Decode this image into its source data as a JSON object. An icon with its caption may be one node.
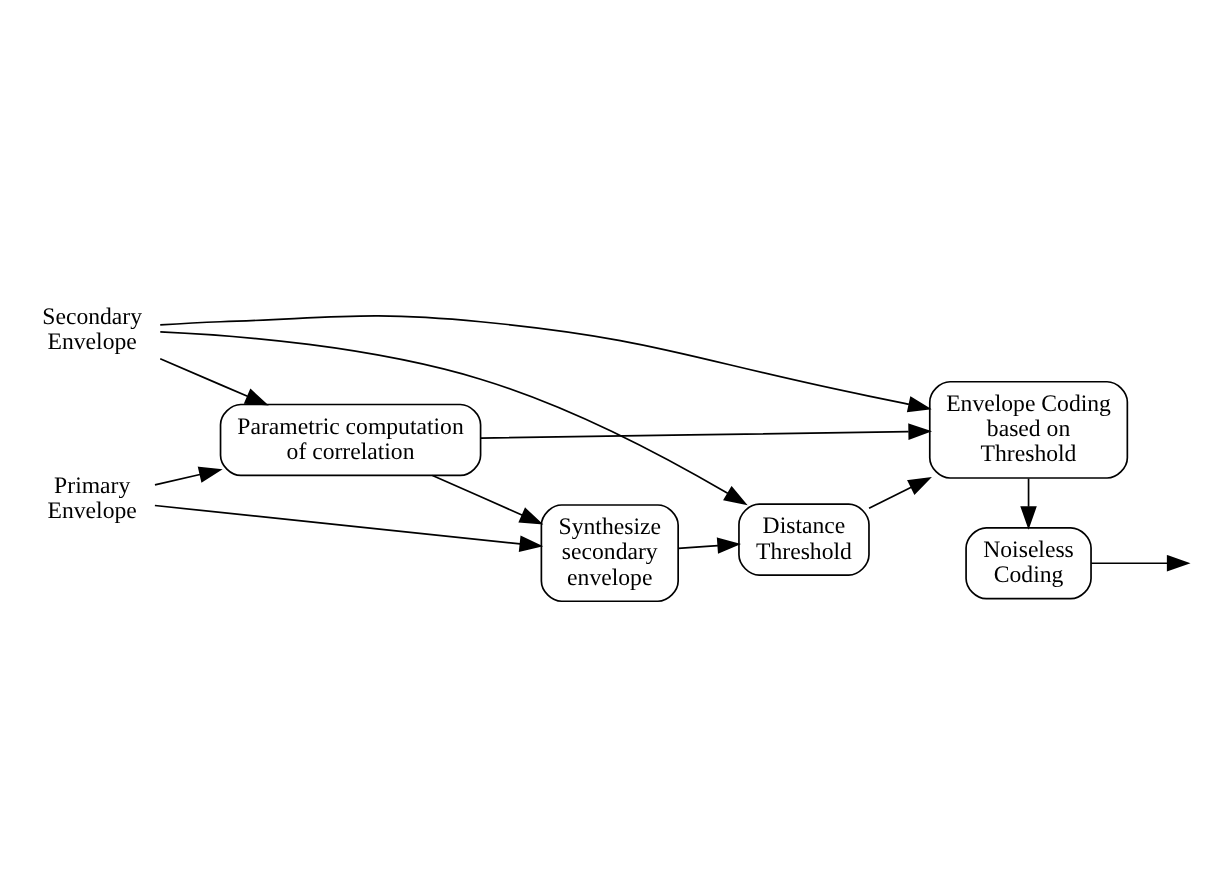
{
  "diagram": {
    "nodes": [
      {
        "text": [
          "Primary Envelope"
        ]
      },
      {
        "text": [
          "Secondary Envelope"
        ]
      },
      {
        "text": [
          "Parametric computation of correlation"
        ]
      },
      {
        "text": [
          "Synthesize secondary envelope"
        ]
      },
      {
        "text": [
          "Distance Threshold"
        ]
      },
      {
        "text": [
          "Envelope Coding based on Threshold"
        ]
      },
      {
        "text": [
          "Noiseless Coding"
        ]
      }
    ],
    "edges": [
      {
        "from": 0,
        "to": 2,
        "arrow": "to"
      },
      {
        "from": 0,
        "to": 3,
        "arrow": "to"
      },
      {
        "from": 1,
        "to": 2,
        "arrow": "to"
      },
      {
        "from": 1,
        "to": 4,
        "arrow": "to"
      },
      {
        "from": 1,
        "to": 5,
        "arrow": "to"
      },
      {
        "from": 2,
        "to": 3,
        "arrow": "to"
      },
      {
        "from": 2,
        "to": 5,
        "arrow": "to"
      },
      {
        "from": 3,
        "to": 4,
        "arrow": "to"
      },
      {
        "from": 4,
        "to": 5,
        "arrow": "to"
      },
      {
        "from": 5,
        "to": 6,
        "arrow": "to"
      },
      {
        "from": 6,
        "to": null,
        "arrow": "to"
      }
    ]
  }
}
